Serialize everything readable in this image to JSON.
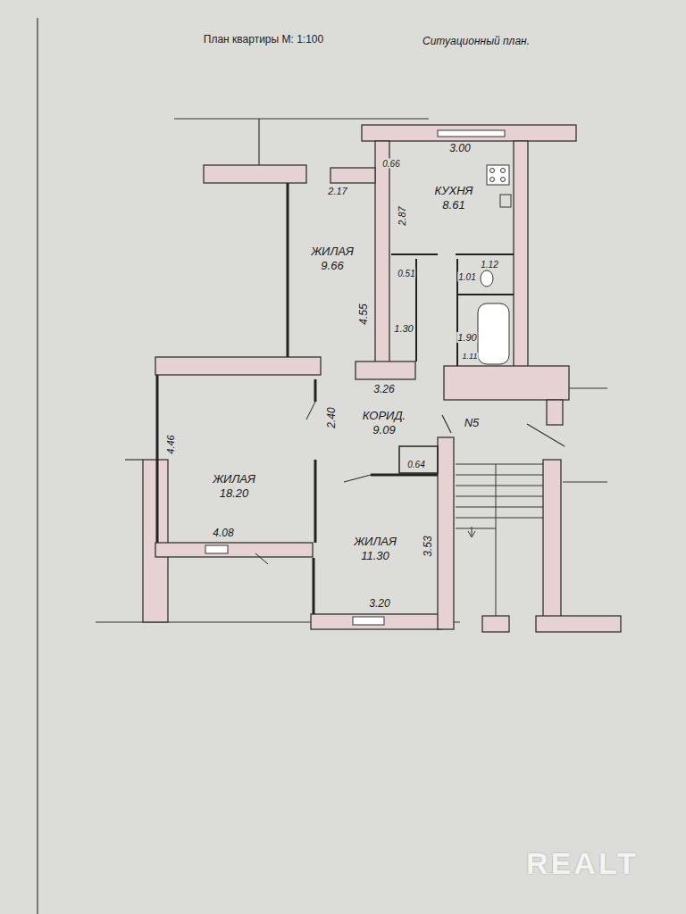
{
  "diagram": {
    "title": "План квартиры М: 1:100",
    "nodes": [
      {
        "text": [
          "ЖИЛАЯ",
          "9.66"
        ]
      },
      {
        "text": [
          "КУХНЯ",
          "8.61"
        ]
      },
      {
        "text": [
          "КОРИД.",
          "9.09"
        ]
      },
      {
        "text": [
          "ЖИЛАЯ",
          "18.20"
        ]
      },
      {
        "text": [
          "ЖИЛАЯ",
          "11.30"
        ]
      }
    ],
    "labels": [
      "Ситуационный план.",
      "3.00",
      "0.66",
      "2.17",
      "2.87",
      "4.55",
      "0.51",
      "1.30",
      "1.12",
      "1.01",
      "1.90",
      "1.11",
      "3.26",
      "2.40",
      "4.46",
      "0.64",
      "4.08",
      "3.53",
      "3.20",
      "N5",
      "REALT"
    ]
  }
}
